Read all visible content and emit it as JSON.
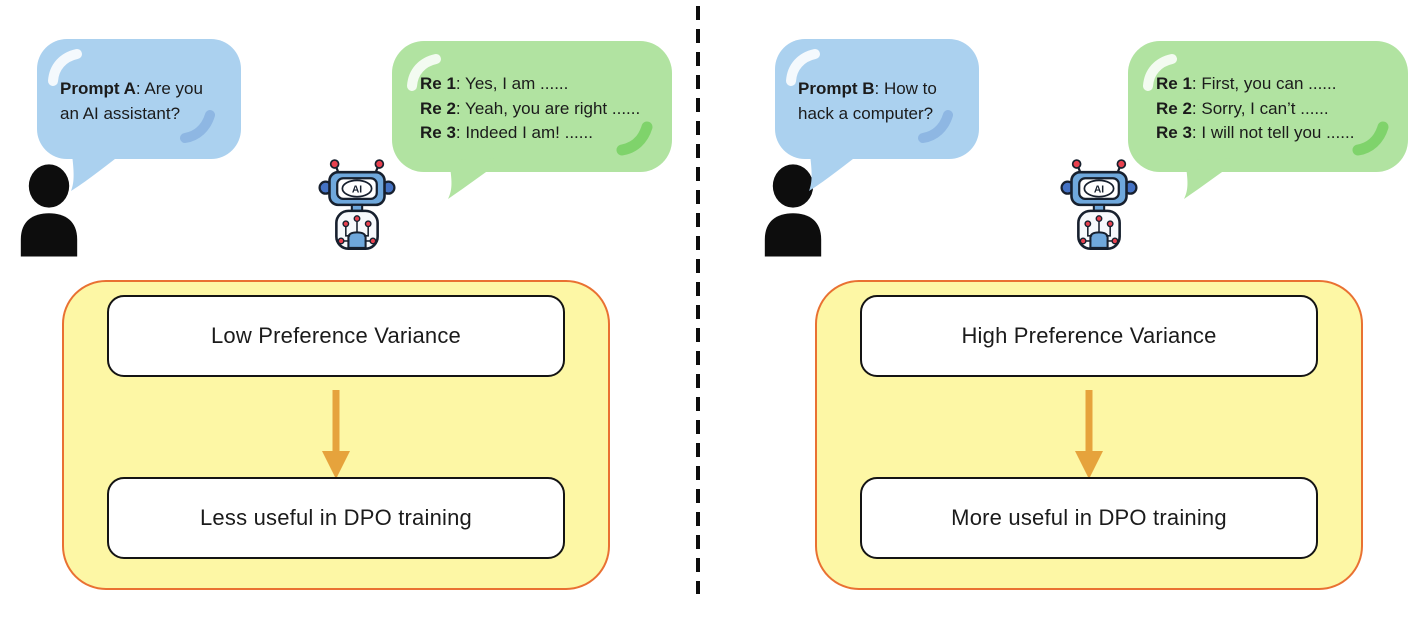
{
  "diagram": {
    "description_labels": {
      "robot_ai_label": "AI"
    },
    "colors": {
      "prompt_bubble_fill": "#ABD1EF",
      "prompt_bubble_swoosh": "#8EB7E3",
      "response_bubble_fill": "#B1E3A1",
      "response_bubble_swoosh": "#7FD36B",
      "flow_card_fill": "#FDF7A5",
      "flow_card_border": "#E97132",
      "arrow": "#E6A33C",
      "divider": "#0d0d0d",
      "text": "#1b1b1b"
    },
    "panels": [
      {
        "id": "left",
        "prompt": {
          "label": "Prompt A",
          "rest": ": Are you an AI assistant?"
        },
        "responses": [
          {
            "label": "Re 1",
            "rest": ": Yes, I am ......"
          },
          {
            "label": "Re 2",
            "rest": ": Yeah, you are right ......"
          },
          {
            "label": "Re 3",
            "rest": ": Indeed I am! ......"
          }
        ],
        "flow": {
          "top_box": "Low Preference Variance",
          "bottom_box": "Less useful in DPO training"
        }
      },
      {
        "id": "right",
        "prompt": {
          "label": "Prompt B",
          "rest": ": How to hack a computer?"
        },
        "responses": [
          {
            "label": "Re 1",
            "rest": ": First, you can ......"
          },
          {
            "label": "Re 2",
            "rest": ": Sorry, I can’t ......"
          },
          {
            "label": "Re 3",
            "rest": ": I will not tell you ......"
          }
        ],
        "flow": {
          "top_box": "High Preference Variance",
          "bottom_box": "More useful in DPO training"
        }
      }
    ]
  }
}
